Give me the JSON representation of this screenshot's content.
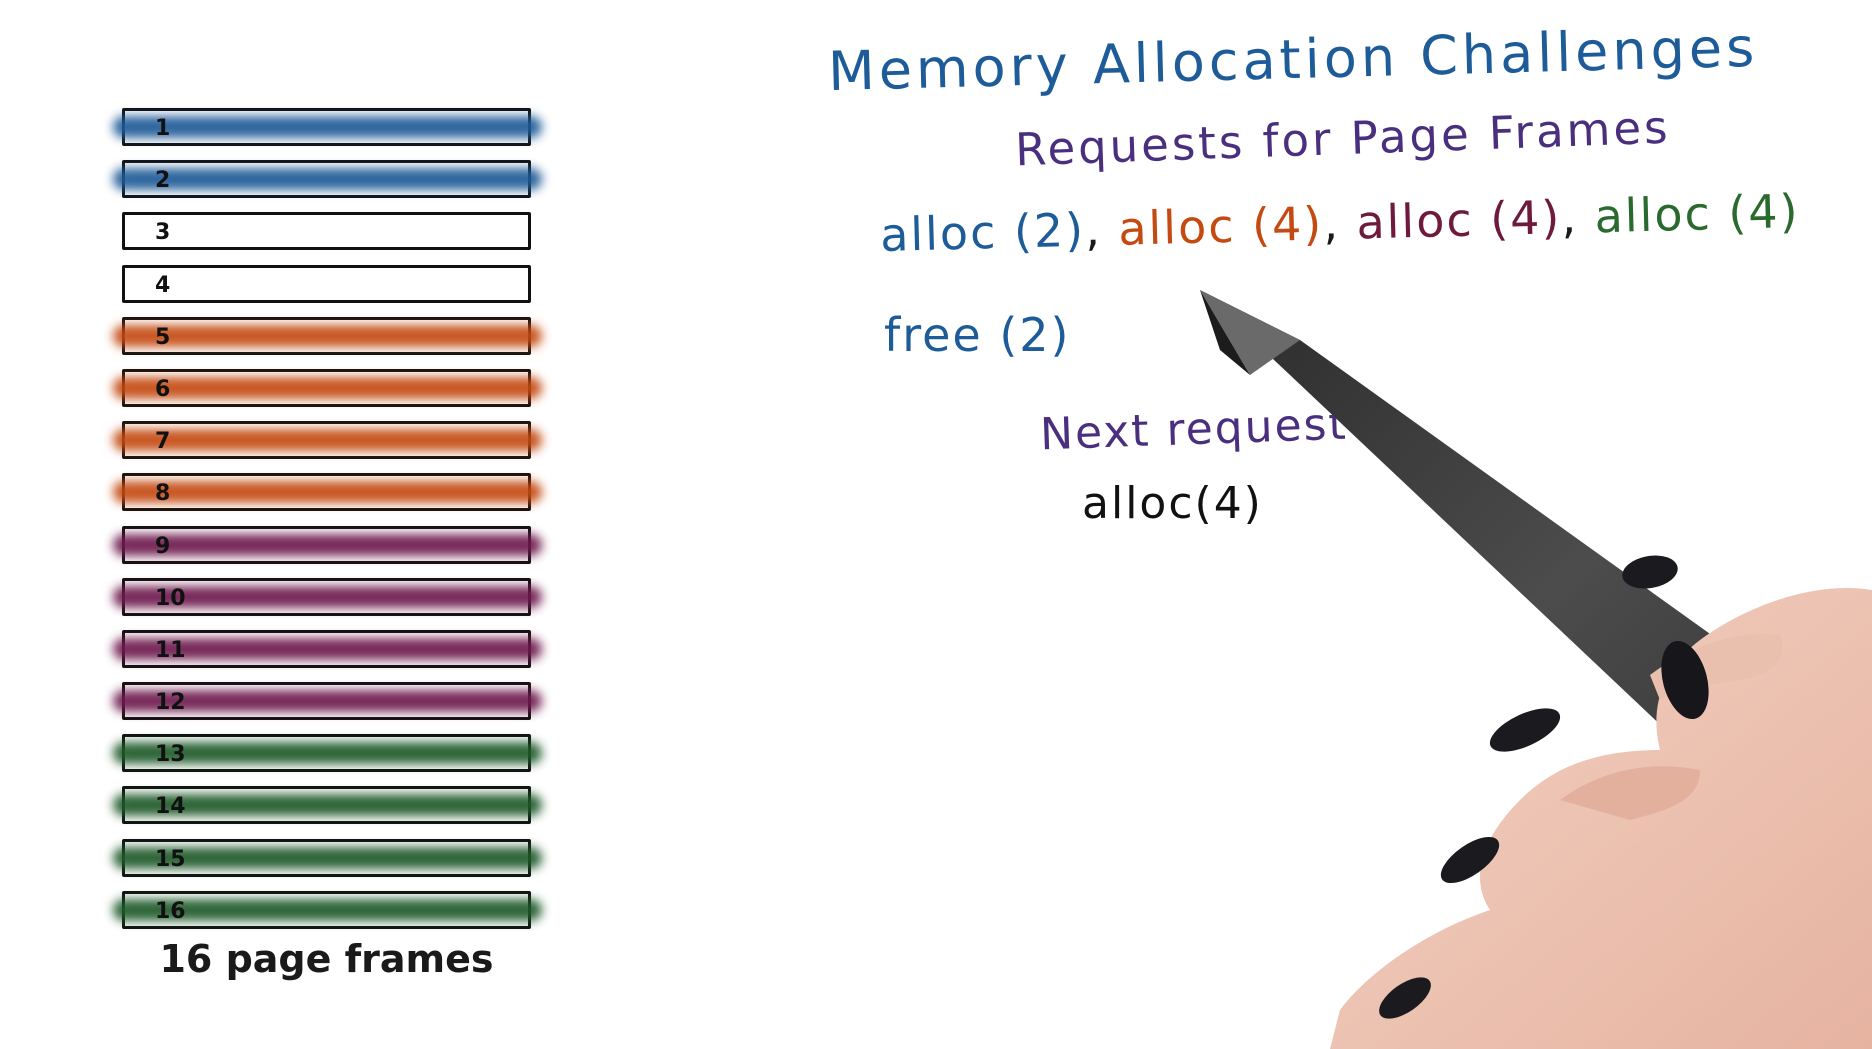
{
  "frames": {
    "items": [
      {
        "number": "1",
        "color": "#1f5b98"
      },
      {
        "number": "2",
        "color": "#1f5b98"
      },
      {
        "number": "3",
        "color": ""
      },
      {
        "number": "4",
        "color": ""
      },
      {
        "number": "5",
        "color": "#c44a12"
      },
      {
        "number": "6",
        "color": "#c44a12"
      },
      {
        "number": "7",
        "color": "#c44a12"
      },
      {
        "number": "8",
        "color": "#c44a12"
      },
      {
        "number": "9",
        "color": "#6e1a4e"
      },
      {
        "number": "10",
        "color": "#6e1a4e"
      },
      {
        "number": "11",
        "color": "#6e1a4e"
      },
      {
        "number": "12",
        "color": "#6e1a4e"
      },
      {
        "number": "13",
        "color": "#1f5a2a"
      },
      {
        "number": "14",
        "color": "#1f5a2a"
      },
      {
        "number": "15",
        "color": "#1f5a2a"
      },
      {
        "number": "16",
        "color": "#1f5a2a"
      }
    ],
    "caption": "16 page frames"
  },
  "notes": {
    "title": "Memory Allocation Challenges",
    "subtitle": "Requests for Page Frames",
    "requests": [
      {
        "text": "alloc (2)",
        "color": "#1d5c99"
      },
      {
        "text": "alloc (4)",
        "color": "#c44a12"
      },
      {
        "text": "alloc (4)",
        "color": "#6e1a3c"
      },
      {
        "text": "alloc (4)",
        "color": "#2b6a2f"
      }
    ],
    "separator": ", ",
    "free": "free (2)",
    "next_label": "Next request",
    "next_request": "alloc(4)"
  }
}
